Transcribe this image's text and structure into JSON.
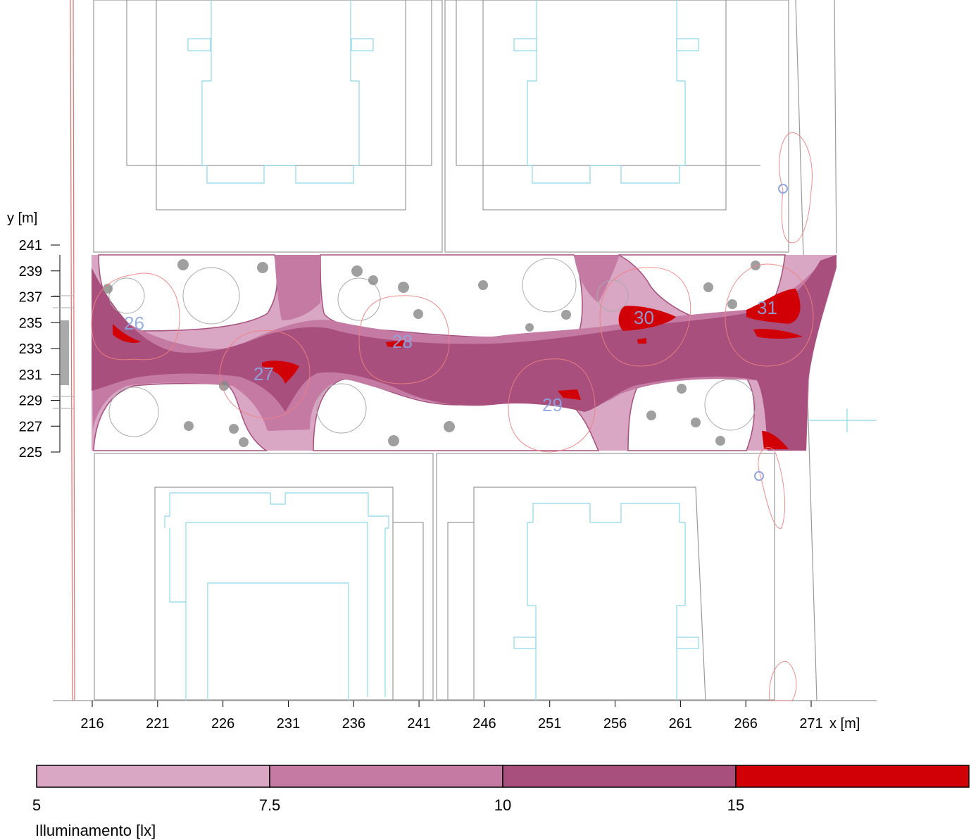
{
  "chart_data": {
    "type": "heatmap",
    "title": "",
    "x_axis": {
      "label": "x [m]",
      "ticks": [
        216,
        221,
        226,
        231,
        236,
        241,
        246,
        251,
        256,
        261,
        266,
        271
      ]
    },
    "y_axis": {
      "label": "y [m]",
      "ticks": [
        241,
        239,
        237,
        235,
        233,
        231,
        229,
        227,
        225
      ]
    },
    "luminaires": [
      "26",
      "27",
      "28",
      "29",
      "30",
      "31"
    ],
    "legend": {
      "title": "Illuminamento [lx]",
      "thresholds": [
        "5",
        "7.5",
        "10",
        "15"
      ],
      "colors": [
        "#d9a6c4",
        "#c47aa3",
        "#a84f7d",
        "#d10007"
      ]
    }
  }
}
